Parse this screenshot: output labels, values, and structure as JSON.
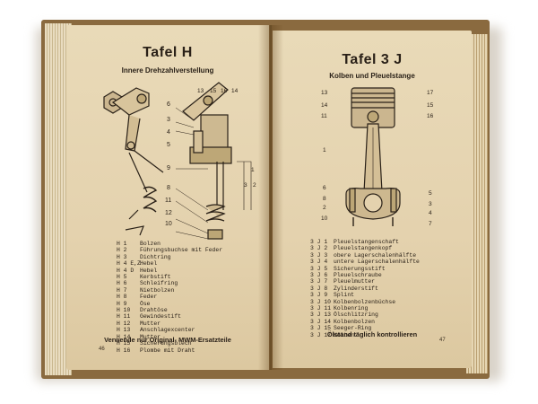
{
  "left_page": {
    "plate_title": "Tafel H",
    "subtitle": "Innere Drehzahlverstellung",
    "callouts_left": [
      "6",
      "3",
      "4",
      "5",
      "9",
      "8",
      "11",
      "12",
      "10"
    ],
    "callouts_top": [
      "13",
      "15",
      "16",
      "14"
    ],
    "callouts_side": [
      "1",
      "3",
      "2"
    ],
    "legend": [
      {
        "code": "H 1",
        "text": "Bolzen"
      },
      {
        "code": "H 2",
        "text": "Führungsbuchse mit Feder"
      },
      {
        "code": "H 3",
        "text": "Dichtring"
      },
      {
        "code": "H 4 E,Z",
        "text": "Hebel"
      },
      {
        "code": "H 4 D",
        "text": "Hebel"
      },
      {
        "code": "H 5",
        "text": "Kerbstift"
      },
      {
        "code": "H 6",
        "text": "Schleifring"
      },
      {
        "code": "H 7",
        "text": "Nietbolzen"
      },
      {
        "code": "H 8",
        "text": "Feder"
      },
      {
        "code": "H 9",
        "text": "Öse"
      },
      {
        "code": "H 10",
        "text": "Drahtöse"
      },
      {
        "code": "H 11",
        "text": "Gewindestift"
      },
      {
        "code": "H 12",
        "text": "Mutter"
      },
      {
        "code": "H 13",
        "text": "Anschlagexcenter"
      },
      {
        "code": "H 14",
        "text": "Mutter"
      },
      {
        "code": "H 15",
        "text": "Sicherungsblech"
      },
      {
        "code": "H 16",
        "text": "Plombe mit Draht"
      }
    ],
    "footer": "Verwende nur Original- MWM-Ersatzteile",
    "page_number": "46"
  },
  "right_page": {
    "plate_title": "Tafel 3 J",
    "subtitle": "Kolben und Pleuelstange",
    "callouts_left": [
      "13",
      "14",
      "11",
      "1",
      "6",
      "8",
      "2",
      "10"
    ],
    "callouts_right": [
      "17",
      "15",
      "16",
      "5",
      "3",
      "4",
      "7"
    ],
    "legend": [
      {
        "code": "3 J 1",
        "text": "Pleuelstangenschaft"
      },
      {
        "code": "3 J 2",
        "text": "Pleuelstangenkopf"
      },
      {
        "code": "3 J 3",
        "text": "obere Lagerschalenhälfte"
      },
      {
        "code": "3 J 4",
        "text": "untere Lagerschalenhälfte"
      },
      {
        "code": "3 J 5",
        "text": "Sicherungsstift"
      },
      {
        "code": "3 J 6",
        "text": "Pleuelschraube"
      },
      {
        "code": "3 J 7",
        "text": "Pleuelmutter"
      },
      {
        "code": "3 J 8",
        "text": "Zylinderstift"
      },
      {
        "code": "3 J 9",
        "text": "Splint"
      },
      {
        "code": "3 J 10",
        "text": "Kolbenbolzenbüchse"
      },
      {
        "code": "3 J 11",
        "text": "Kolbenring"
      },
      {
        "code": "3 J 13",
        "text": "Ölschlitzring"
      },
      {
        "code": "3 J 14",
        "text": "Kolbenbolzen"
      },
      {
        "code": "3 J 15",
        "text": "Seeger-Ring"
      },
      {
        "code": "3 J 17",
        "text": "Kolben"
      }
    ],
    "footer": "Ölstand täglich kontrollieren",
    "page_number": "47"
  },
  "colors": {
    "page": "#e6d5b1",
    "ink": "#2a2118",
    "cover": "#8a6a3f",
    "background": "#ffffff"
  }
}
